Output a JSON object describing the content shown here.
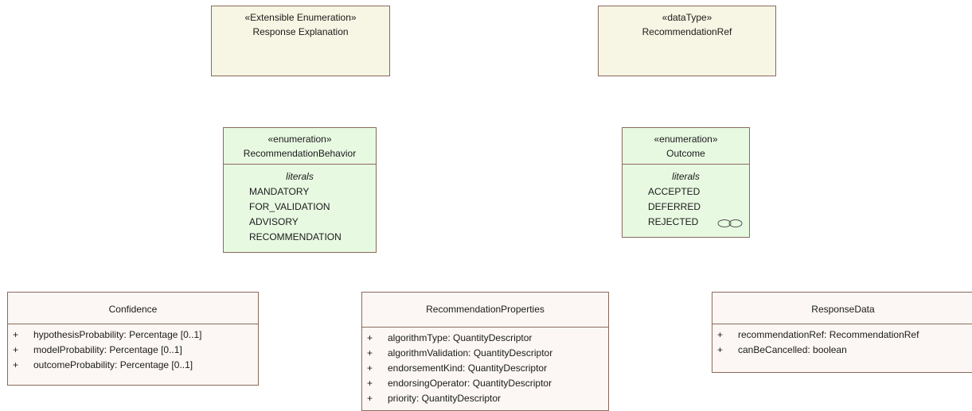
{
  "classes": {
    "response_explanation": {
      "stereotype": "«Extensible Enumeration»",
      "name": "Response Explanation"
    },
    "recommendation_ref": {
      "stereotype": "«dataType»",
      "name": "RecommendationRef"
    },
    "recommendation_behavior": {
      "stereotype": "«enumeration»",
      "name": "RecommendationBehavior",
      "literals_caption": "literals",
      "literals": [
        "MANDATORY",
        "FOR_VALIDATION",
        "ADVISORY",
        "RECOMMENDATION"
      ]
    },
    "outcome": {
      "stereotype": "«enumeration»",
      "name": "Outcome",
      "literals_caption": "literals",
      "literals": [
        "ACCEPTED",
        "DEFERRED",
        "REJECTED"
      ],
      "link_icon": "chain-link-icon"
    },
    "confidence": {
      "name": "Confidence",
      "attributes": [
        {
          "visibility": "+",
          "text": "hypothesisProbability: Percentage [0..1]"
        },
        {
          "visibility": "+",
          "text": "modelProbability: Percentage [0..1]"
        },
        {
          "visibility": "+",
          "text": "outcomeProbability: Percentage [0..1]"
        }
      ]
    },
    "recommendation_properties": {
      "name": "RecommendationProperties",
      "attributes": [
        {
          "visibility": "+",
          "text": "algorithmType: QuantityDescriptor"
        },
        {
          "visibility": "+",
          "text": "algorithmValidation: QuantityDescriptor"
        },
        {
          "visibility": "+",
          "text": "endorsementKind: QuantityDescriptor"
        },
        {
          "visibility": "+",
          "text": "endorsingOperator: QuantityDescriptor"
        },
        {
          "visibility": "+",
          "text": "priority: QuantityDescriptor"
        }
      ]
    },
    "response_data": {
      "name": "ResponseData",
      "attributes": [
        {
          "visibility": "+",
          "text": "recommendationRef: RecommendationRef"
        },
        {
          "visibility": "+",
          "text": "canBeCancelled: boolean"
        }
      ]
    }
  },
  "colors": {
    "datatype_fill": "#f7f5e3",
    "enumeration_fill": "#e8f9e2",
    "class_fill": "#fcf7f4",
    "border": "#8a6a5c"
  }
}
